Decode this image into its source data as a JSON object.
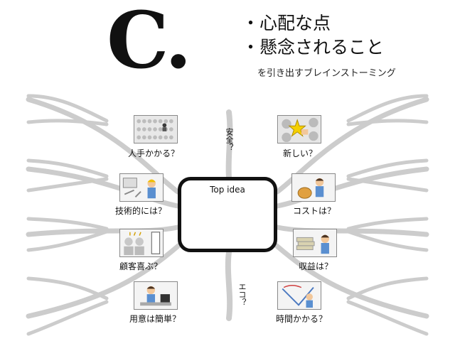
{
  "header": {
    "letter": "C.",
    "bullet1": "・心配な点",
    "bullet2": "・懸念されること",
    "subline": "を引き出すブレインストーミング"
  },
  "center": {
    "label": "Top idea"
  },
  "vertical_labels": {
    "top": "安全？",
    "bottom": "エコ？"
  },
  "nodes": {
    "left": [
      {
        "label": "人手かかる？",
        "icon": "crowd-icon"
      },
      {
        "label": "技術的には？",
        "icon": "tools-worker-icon"
      },
      {
        "label": "顧客喜ぶ？",
        "icon": "customers-icon"
      },
      {
        "label": "用意は簡単？",
        "icon": "desk-worker-icon"
      }
    ],
    "right": [
      {
        "label": "新しい？",
        "icon": "star-hand-icon"
      },
      {
        "label": "コストは？",
        "icon": "money-bag-icon"
      },
      {
        "label": "収益は？",
        "icon": "cash-stack-icon"
      },
      {
        "label": "時間かかる？",
        "icon": "time-graph-icon"
      }
    ]
  },
  "colors": {
    "branch": "#c8c8c8",
    "box": "#111111"
  }
}
